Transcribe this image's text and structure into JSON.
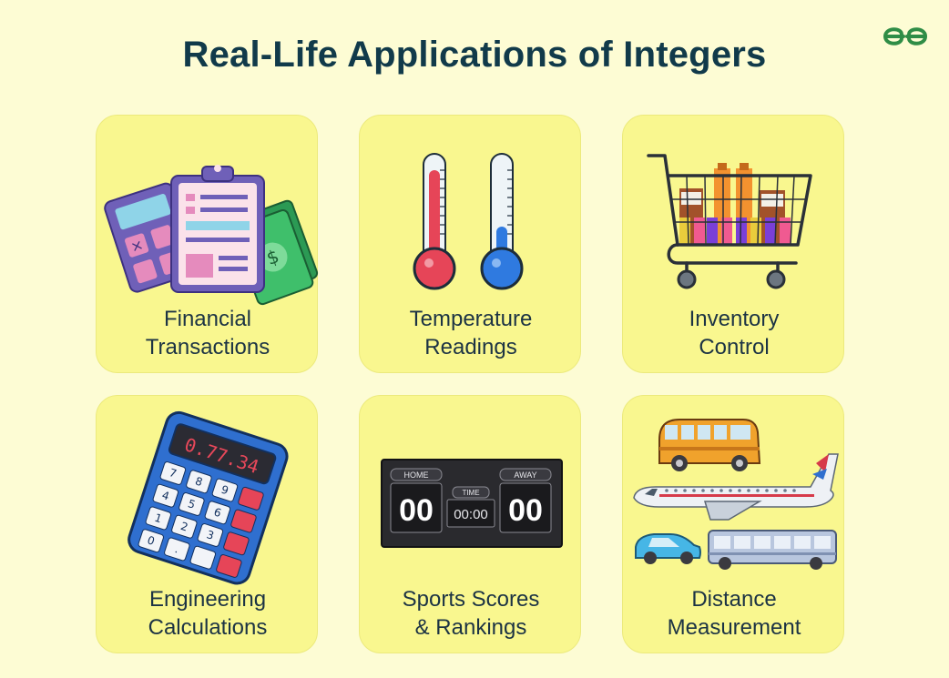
{
  "page": {
    "title": "Real-Life Applications of Integers"
  },
  "logo": {
    "icon": "geeksforgeeks-logo-icon",
    "color": "#2f8d46"
  },
  "colors": {
    "background": "#fdfcd4",
    "card": "#f9f78f",
    "title": "#113a4a"
  },
  "cards": [
    {
      "line1": "Financial",
      "line2": "Transactions",
      "icon": "finance-icon"
    },
    {
      "line1": "Temperature",
      "line2": "Readings",
      "icon": "thermometers-icon"
    },
    {
      "line1": "Inventory",
      "line2": "Control",
      "icon": "shopping-cart-icon"
    },
    {
      "line1": "Engineering",
      "line2": "Calculations",
      "icon": "calculator-icon"
    },
    {
      "line1": "Sports Scores",
      "line2": "& Rankings",
      "icon": "scoreboard-icon"
    },
    {
      "line1": "Distance",
      "line2": "Measurement",
      "icon": "vehicles-icon"
    }
  ],
  "calculator": {
    "display": "0.77.34",
    "keys": [
      "7",
      "8",
      "9",
      "4",
      "5",
      "6",
      "1",
      "2",
      "3",
      "0",
      "."
    ]
  },
  "scoreboard": {
    "home_label": "HOME",
    "away_label": "AWAY",
    "time_label": "TIME",
    "home_score": "00",
    "away_score": "00",
    "time": "00:00"
  }
}
